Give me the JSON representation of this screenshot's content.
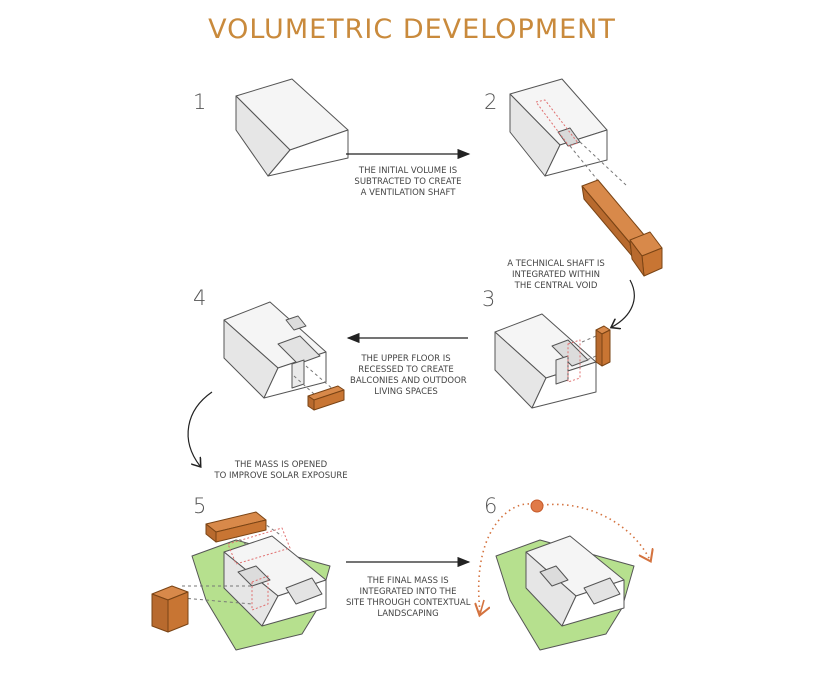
{
  "title": "VOLUMETRIC DEVELOPMENT",
  "accent_color": "#c98a3c",
  "shaft_color": "#c87533",
  "landscape_color": "#b6e08e",
  "sun_color": "#e07a48",
  "steps": [
    {
      "number": "1"
    },
    {
      "number": "2"
    },
    {
      "number": "3"
    },
    {
      "number": "4"
    },
    {
      "number": "5"
    },
    {
      "number": "6"
    }
  ],
  "captions": {
    "c12": [
      "THE INITIAL VOLUME IS",
      "SUBTRACTED TO CREATE",
      "A VENTILATION SHAFT"
    ],
    "c23": [
      "A TECHNICAL SHAFT IS",
      "INTEGRATED WITHIN",
      "THE CENTRAL VOID"
    ],
    "c34": [
      "THE UPPER FLOOR IS",
      "RECESSED TO CREATE",
      "BALCONIES AND OUTDOOR",
      "LIVING SPACES"
    ],
    "c45": [
      "THE MASS IS OPENED",
      "TO IMPROVE SOLAR EXPOSURE"
    ],
    "c56": [
      "THE FINAL MASS IS",
      "INTEGRATED INTO THE",
      "SITE THROUGH CONTEXTUAL",
      "LANDSCAPING"
    ]
  }
}
